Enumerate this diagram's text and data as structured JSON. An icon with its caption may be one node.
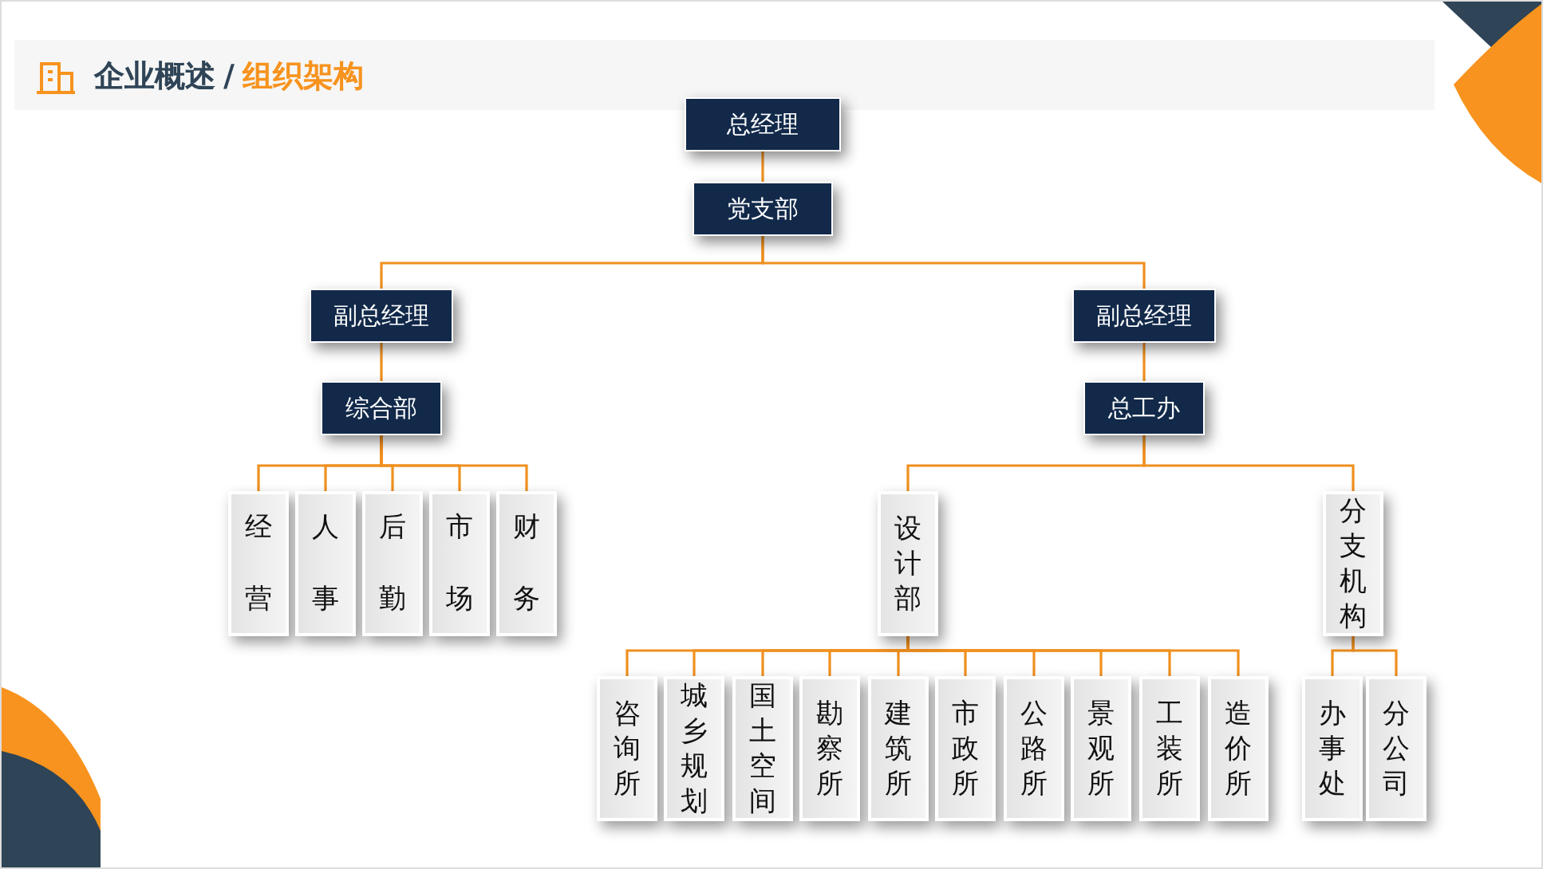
{
  "diagram": {
    "title": "企业概述",
    "nodes": [
      {
        "text": [
          "总经理"
        ]
      },
      {
        "text": [
          "党支部"
        ]
      },
      {
        "text": [
          "副总经理"
        ]
      },
      {
        "text": [
          "副总经理"
        ]
      },
      {
        "text": [
          "综合部"
        ]
      },
      {
        "text": [
          "总工办"
        ]
      },
      {
        "text": [
          "经营"
        ]
      },
      {
        "text": [
          "人事"
        ]
      },
      {
        "text": [
          "后勤"
        ]
      },
      {
        "text": [
          "市场"
        ]
      },
      {
        "text": [
          "财务"
        ]
      },
      {
        "text": [
          "设计部"
        ]
      },
      {
        "text": [
          "分支机构"
        ]
      },
      {
        "text": [
          "咨询所"
        ]
      },
      {
        "text": [
          "城乡规划"
        ]
      },
      {
        "text": [
          "国土空间"
        ]
      },
      {
        "text": [
          "勘察所"
        ]
      },
      {
        "text": [
          "建筑所"
        ]
      },
      {
        "text": [
          "市政所"
        ]
      },
      {
        "text": [
          "公路所"
        ]
      },
      {
        "text": [
          "景观所"
        ]
      },
      {
        "text": [
          "工装所"
        ]
      },
      {
        "text": [
          "造价所"
        ]
      },
      {
        "text": [
          "办事处"
        ]
      },
      {
        "text": [
          "分公司"
        ]
      }
    ],
    "edges": [
      {
        "from": 0,
        "to": 1,
        "arrow": "none"
      },
      {
        "from": 1,
        "to": 2,
        "arrow": "none"
      },
      {
        "from": 1,
        "to": 3,
        "arrow": "none"
      },
      {
        "from": 2,
        "to": 4,
        "arrow": "none"
      },
      {
        "from": 3,
        "to": 5,
        "arrow": "none"
      },
      {
        "from": 4,
        "to": 6,
        "arrow": "none"
      },
      {
        "from": 4,
        "to": 7,
        "arrow": "none"
      },
      {
        "from": 4,
        "to": 8,
        "arrow": "none"
      },
      {
        "from": 4,
        "to": 9,
        "arrow": "none"
      },
      {
        "from": 4,
        "to": 10,
        "arrow": "none"
      },
      {
        "from": 5,
        "to": 11,
        "arrow": "none"
      },
      {
        "from": 5,
        "to": 12,
        "arrow": "none"
      },
      {
        "from": 11,
        "to": 13,
        "arrow": "none"
      },
      {
        "from": 11,
        "to": 14,
        "arrow": "none"
      },
      {
        "from": 11,
        "to": 15,
        "arrow": "none"
      },
      {
        "from": 11,
        "to": 16,
        "arrow": "none"
      },
      {
        "from": 11,
        "to": 17,
        "arrow": "none"
      },
      {
        "from": 11,
        "to": 18,
        "arrow": "none"
      },
      {
        "from": 11,
        "to": 19,
        "arrow": "none"
      },
      {
        "from": 11,
        "to": 20,
        "arrow": "none"
      },
      {
        "from": 11,
        "to": 21,
        "arrow": "none"
      },
      {
        "from": 11,
        "to": 22,
        "arrow": "none"
      },
      {
        "from": 12,
        "to": 23,
        "arrow": "none"
      },
      {
        "from": 12,
        "to": 24,
        "arrow": "none"
      }
    ],
    "labels": [
      "/",
      "组织架构"
    ]
  }
}
